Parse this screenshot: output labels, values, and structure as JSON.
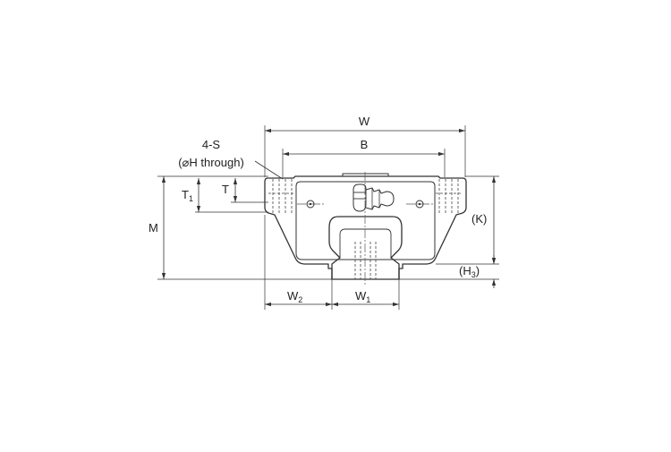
{
  "diagram": {
    "labels": {
      "w": "W",
      "b": "B",
      "s": "4-S",
      "h_through": "(⌀H through)",
      "t1": "T",
      "t1_sub": "1",
      "t": "T",
      "m": "M",
      "k": "(K)",
      "h3_open": "(H",
      "h3_sub": "3",
      "h3_close": ")",
      "w2": "W",
      "w2_sub": "2",
      "w1": "W",
      "w1_sub": "1"
    }
  }
}
